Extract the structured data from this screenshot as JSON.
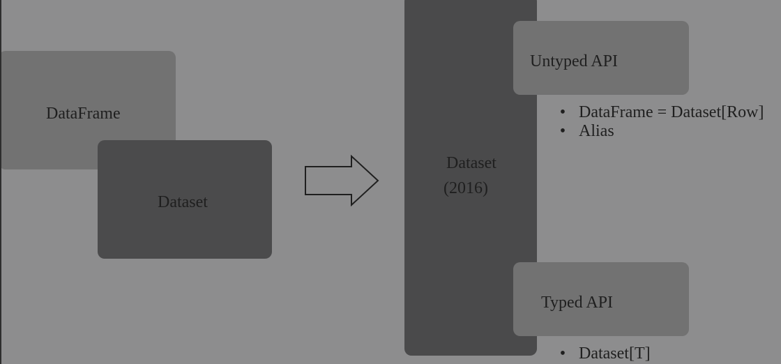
{
  "diagram": {
    "left": {
      "dataframe_label": "DataFrame",
      "dataset_label": "Dataset"
    },
    "right": {
      "dataset_label": "Dataset",
      "dataset_year": "(2016)",
      "untyped": {
        "label": "Untyped API",
        "bullets": [
          "DataFrame = Dataset[Row]",
          "Alias"
        ]
      },
      "typed": {
        "label": "Typed API",
        "bullets": [
          "Dataset[T]"
        ]
      }
    },
    "arrow_icon": "right-arrow-outline-icon",
    "bullet_symbol": "•",
    "colors": {
      "background": "#8d8d8e",
      "light_box": "#727272",
      "dark_box": "#4a4a4b",
      "text": "#1f1f1f",
      "outer_frame": "#2e2e2e"
    }
  }
}
